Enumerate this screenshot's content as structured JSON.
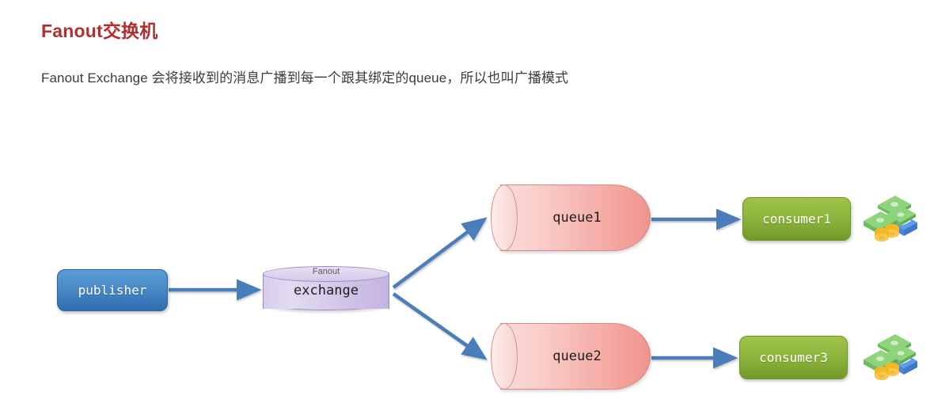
{
  "page": {
    "title": "Fanout交换机",
    "subtitle": "Fanout Exchange 会将接收到的消息广播到每一个跟其绑定的queue，所以也叫广播模式",
    "title_color": "#b03030",
    "background_color": "#ffffff"
  },
  "diagram": {
    "type": "rabbitmq-fanout-exchange-flow",
    "nodes": {
      "publisher": {
        "label": "publisher",
        "shape": "rounded-rect",
        "color": "#4a8ac7"
      },
      "exchange": {
        "label": "exchange",
        "top_label": "Fanout",
        "shape": "cylinder-vertical",
        "color": "#d2c8ea"
      },
      "queue1": {
        "label": "queue1",
        "shape": "cylinder-horizontal",
        "color": "#f5aaa4"
      },
      "queue2": {
        "label": "queue2",
        "shape": "cylinder-horizontal",
        "color": "#f5aaa4"
      },
      "consumer1": {
        "label": "consumer1",
        "shape": "rounded-rect",
        "color": "#8fb63e"
      },
      "consumer3": {
        "label": "consumer3",
        "shape": "rounded-rect",
        "color": "#8fb63e"
      }
    },
    "edges": [
      {
        "from": "publisher",
        "to": "exchange",
        "style": "arrow",
        "color": "#4a7ebb"
      },
      {
        "from": "exchange",
        "to": "queue1",
        "style": "arrow",
        "color": "#4a7ebb"
      },
      {
        "from": "exchange",
        "to": "queue2",
        "style": "arrow",
        "color": "#4a7ebb"
      },
      {
        "from": "queue1",
        "to": "consumer1",
        "style": "arrow",
        "color": "#4a7ebb"
      },
      {
        "from": "queue2",
        "to": "consumer3",
        "style": "arrow",
        "color": "#4a7ebb"
      }
    ],
    "icons": [
      {
        "name": "money-icon",
        "near": "consumer1"
      },
      {
        "name": "money-icon",
        "near": "consumer3"
      }
    ]
  }
}
